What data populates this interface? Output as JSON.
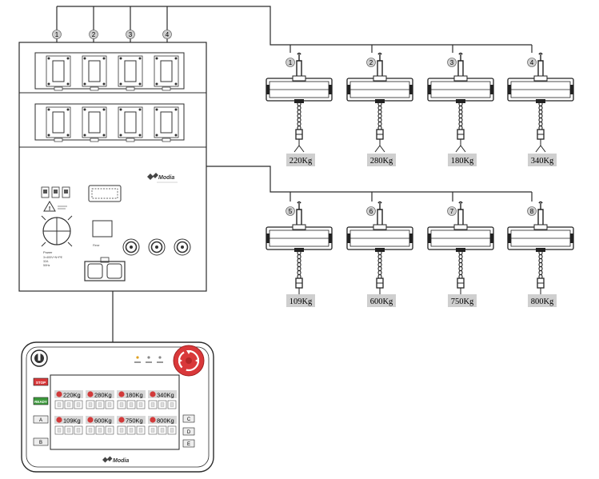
{
  "colors": {
    "line": "#2b2b2b",
    "badge_bg": "#cfcfcf",
    "stop_red": "#d9383a",
    "ready_green": "#3c9a3c",
    "red_dot": "#d23a3a",
    "indicator": "#e0a020"
  },
  "hoist_channels": [
    "1",
    "2",
    "3",
    "4",
    "5",
    "6",
    "7",
    "8"
  ],
  "hoists": [
    {
      "channel": "1",
      "load": "220Kg"
    },
    {
      "channel": "2",
      "load": "280Kg"
    },
    {
      "channel": "3",
      "load": "180Kg"
    },
    {
      "channel": "4",
      "load": "340Kg"
    },
    {
      "channel": "5",
      "load": "109Kg"
    },
    {
      "channel": "6",
      "load": "600Kg"
    },
    {
      "channel": "7",
      "load": "750Kg"
    },
    {
      "channel": "8",
      "load": "800Kg"
    }
  ],
  "control_box": {
    "brand": "Modia",
    "power_label": "Power",
    "power_specs": [
      "3×400V+N+PE",
      "32A",
      "50Hz"
    ],
    "rear_label": "Rear"
  },
  "remote": {
    "brand": "Modia",
    "stop_label": "STOP",
    "ready_label": "READY",
    "left_keys": [
      "A",
      "B"
    ],
    "right_keys": [
      "C",
      "D",
      "E"
    ],
    "display_loads": [
      "220Kg",
      "280Kg",
      "180Kg",
      "340Kg",
      "109Kg",
      "600Kg",
      "750Kg",
      "800Kg"
    ]
  }
}
